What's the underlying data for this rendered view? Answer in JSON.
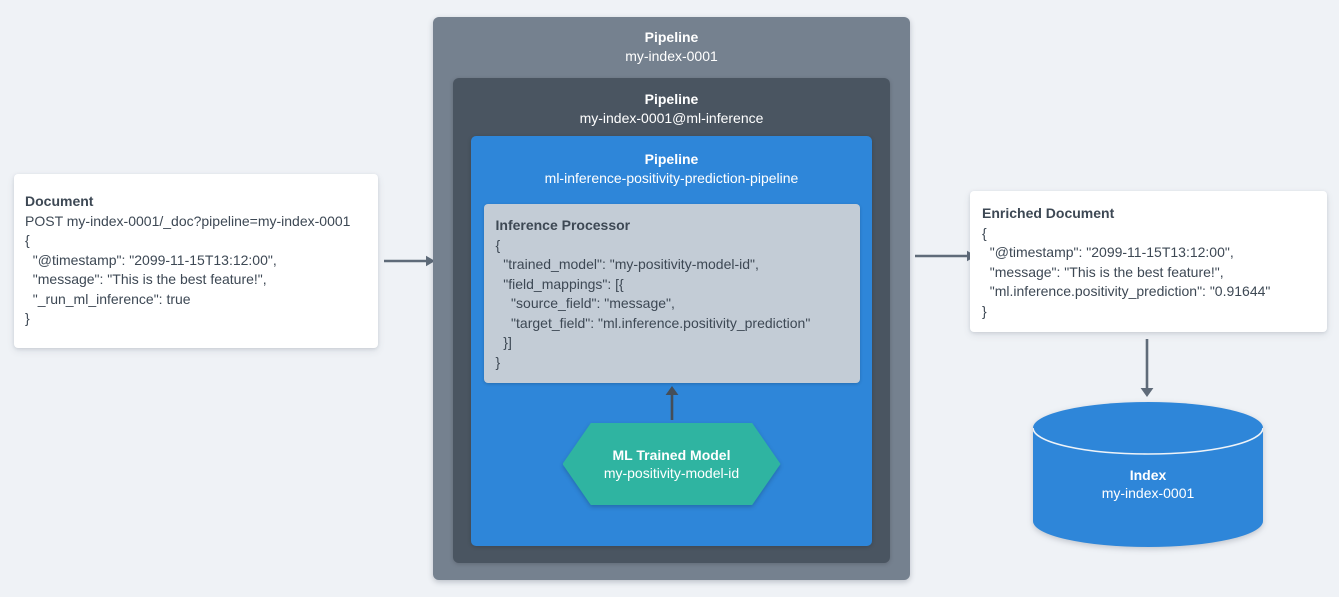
{
  "colors": {
    "page_background": "#eff2f6",
    "card_white": "#ffffff",
    "text_dark": "#3d4854",
    "pipeline_outer_gray": "#75818f",
    "pipeline_middle_slate": "#4a5561",
    "pipeline_inner_blue": "#2e86d9",
    "processor_gray": "#c3ccd6",
    "model_teal": "#2fb4a1",
    "index_blue": "#2e86d9",
    "arrow_gray": "#5f6b79",
    "arrow_dark": "#454e58"
  },
  "document_card": {
    "title": "Document",
    "code_lines": [
      "POST my-index-0001/_doc?pipeline=my-index-0001",
      "{",
      "  \"@timestamp\": \"2099-11-15T13:12:00\",",
      "  \"message\": \"This is the best feature!\",",
      "  \"_run_ml_inference\": true",
      "}"
    ]
  },
  "pipeline_outer": {
    "label": "Pipeline",
    "name": "my-index-0001"
  },
  "pipeline_middle": {
    "label": "Pipeline",
    "name": "my-index-0001@ml-inference"
  },
  "pipeline_inner": {
    "label": "Pipeline",
    "name": "ml-inference-positivity-prediction-pipeline"
  },
  "inference_processor": {
    "title": "Inference Processor",
    "code_lines": [
      "{",
      "  \"trained_model\": \"my-positivity-model-id\",",
      "  \"field_mappings\": [{",
      "    \"source_field\": \"message\",",
      "    \"target_field\": \"ml.inference.positivity_prediction\"",
      "  }]",
      "}"
    ]
  },
  "ml_trained_model": {
    "title": "ML Trained Model",
    "name": "my-positivity-model-id"
  },
  "enriched_document_card": {
    "title": "Enriched Document",
    "code_lines": [
      "{",
      "  \"@timestamp\": \"2099-11-15T13:12:00\",",
      "  \"message\": \"This is the best feature!\",",
      "  \"ml.inference.positivity_prediction\": \"0.91644\"",
      "}"
    ]
  },
  "index_store": {
    "title": "Index",
    "name": "my-index-0001"
  }
}
